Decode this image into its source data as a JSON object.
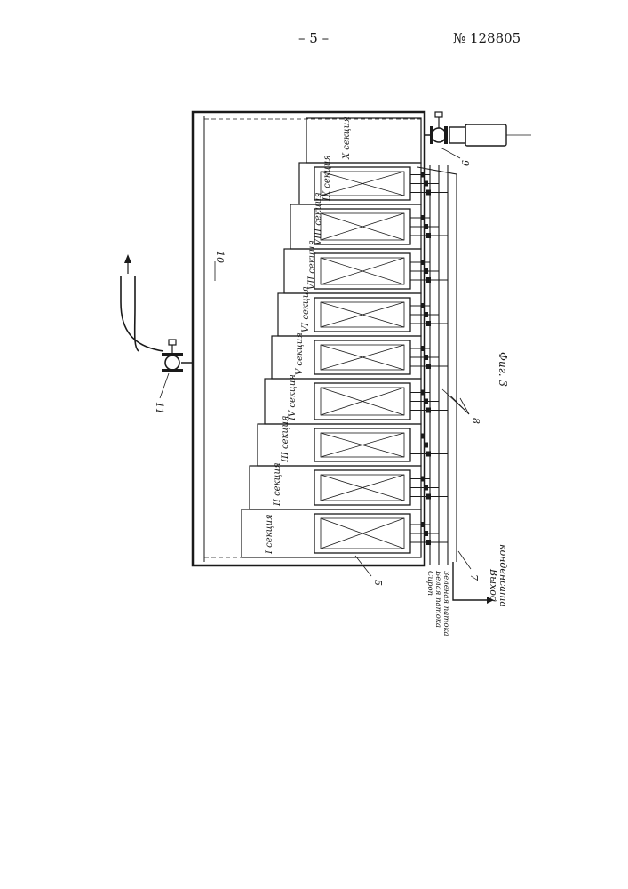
{
  "header": {
    "page_number": "– 5 –",
    "patent_number": "№ 128805"
  },
  "figure": {
    "caption": "Фиг. 3",
    "sections": [
      "I секция",
      "II секция",
      "III секция",
      "IV секция",
      "V секция",
      "VI секция",
      "VII секция",
      "VIII секция",
      "IX секция",
      "X секция"
    ],
    "callouts": {
      "n5": "5",
      "n7": "7",
      "n8": "8",
      "n9": "9",
      "n10": "10",
      "n11": "11"
    },
    "pipe_labels": {
      "syrup": "Сироп",
      "white_molasses": "Белая патока",
      "green_molasses": "Зеленая патока"
    },
    "outlet_label": {
      "line1": "Выход",
      "line2": "конденсата"
    }
  }
}
